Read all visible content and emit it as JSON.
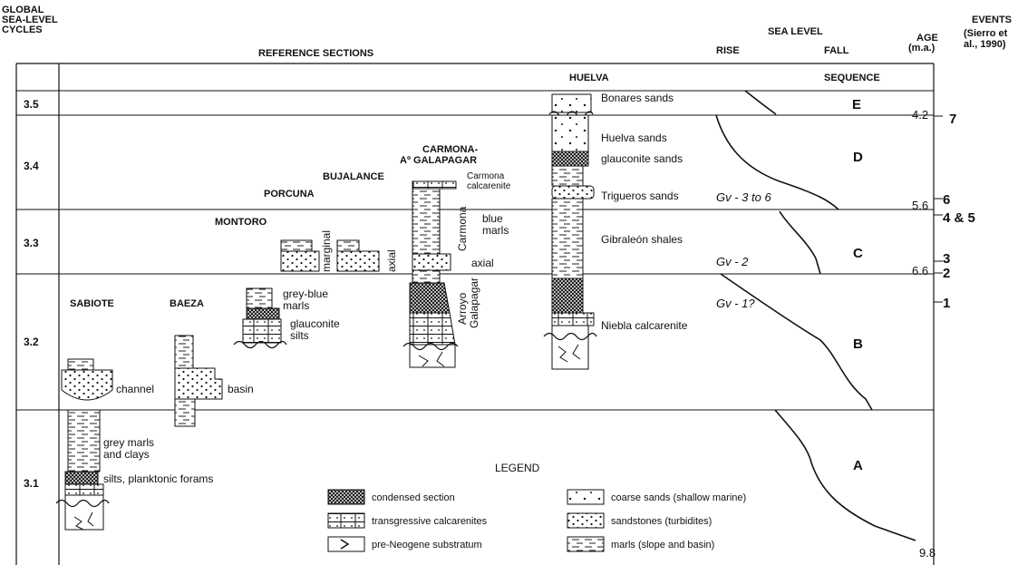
{
  "header": {
    "global_line1": "GLOBAL",
    "global_line2": "SEA-LEVEL",
    "global_line3": "CYCLES",
    "reference_sections": "REFERENCE SECTIONS",
    "sea_level": "SEA LEVEL",
    "rise": "RISE",
    "fall": "FALL",
    "age_line1": "AGE",
    "age_line2": "(m.a.)",
    "events_line1": "EVENTS",
    "events_line2": "(Sierro et",
    "events_line3": "al., 1990)",
    "huelva": "HUELVA",
    "sequence": "SEQUENCE"
  },
  "cycles": [
    "3.5",
    "3.4",
    "3.3",
    "3.2",
    "3.1"
  ],
  "sequences": [
    "E",
    "D",
    "C",
    "B",
    "A"
  ],
  "ages": [
    "4.2",
    "5.6",
    "6.6",
    "9.8"
  ],
  "events": [
    "7",
    "6",
    "4 & 5",
    "3",
    "2",
    "1"
  ],
  "gv_labels": [
    "Gv - 3 to 6",
    "Gv - 2",
    "Gv - 1?"
  ],
  "sections": {
    "sabiote": "SABIOTE",
    "baeza": "BAEZA",
    "montoro": "MONTORO",
    "porcuna": "PORCUNA",
    "bujalance": "BUJALANCE",
    "carmona_1": "CARMONA-",
    "carmona_2": "Aº GALAPAGAR"
  },
  "labels": {
    "channel": "channel",
    "basin": "basin",
    "grey_marls_1": "grey marls",
    "grey_marls_2": "and clays",
    "silts_forams": "silts, planktonic forams",
    "grey_blue_1": "grey-blue",
    "grey_blue_2": "marls",
    "glauconite_silts_1": "glauconite",
    "glauconite_silts_2": "silts",
    "marginal": "marginal",
    "axial_v": "axial",
    "carmona_calc_1": "Carmona",
    "carmona_calc_2": "calcarenite",
    "carmona_v": "Carmona",
    "blue_marls_1": "blue",
    "blue_marls_2": "marls",
    "axial": "axial",
    "arroyo": "Arroyo",
    "galapagar": "Galapagar",
    "bonares": "Bonares sands",
    "huelva_sands": "Huelva sands",
    "glauconite_sands": "glauconite sands",
    "trigueros": "Trigueros sands",
    "gibraleon": "Gibraleón shales",
    "niebla": "Niebla calcarenite"
  },
  "legend": {
    "title": "LEGEND",
    "items": [
      "condensed section",
      "transgressive calcarenites",
      "pre-Neogene substratum",
      "coarse sands (shallow marine)",
      "sandstones (turbidites)",
      "marls (slope and basin)"
    ]
  }
}
